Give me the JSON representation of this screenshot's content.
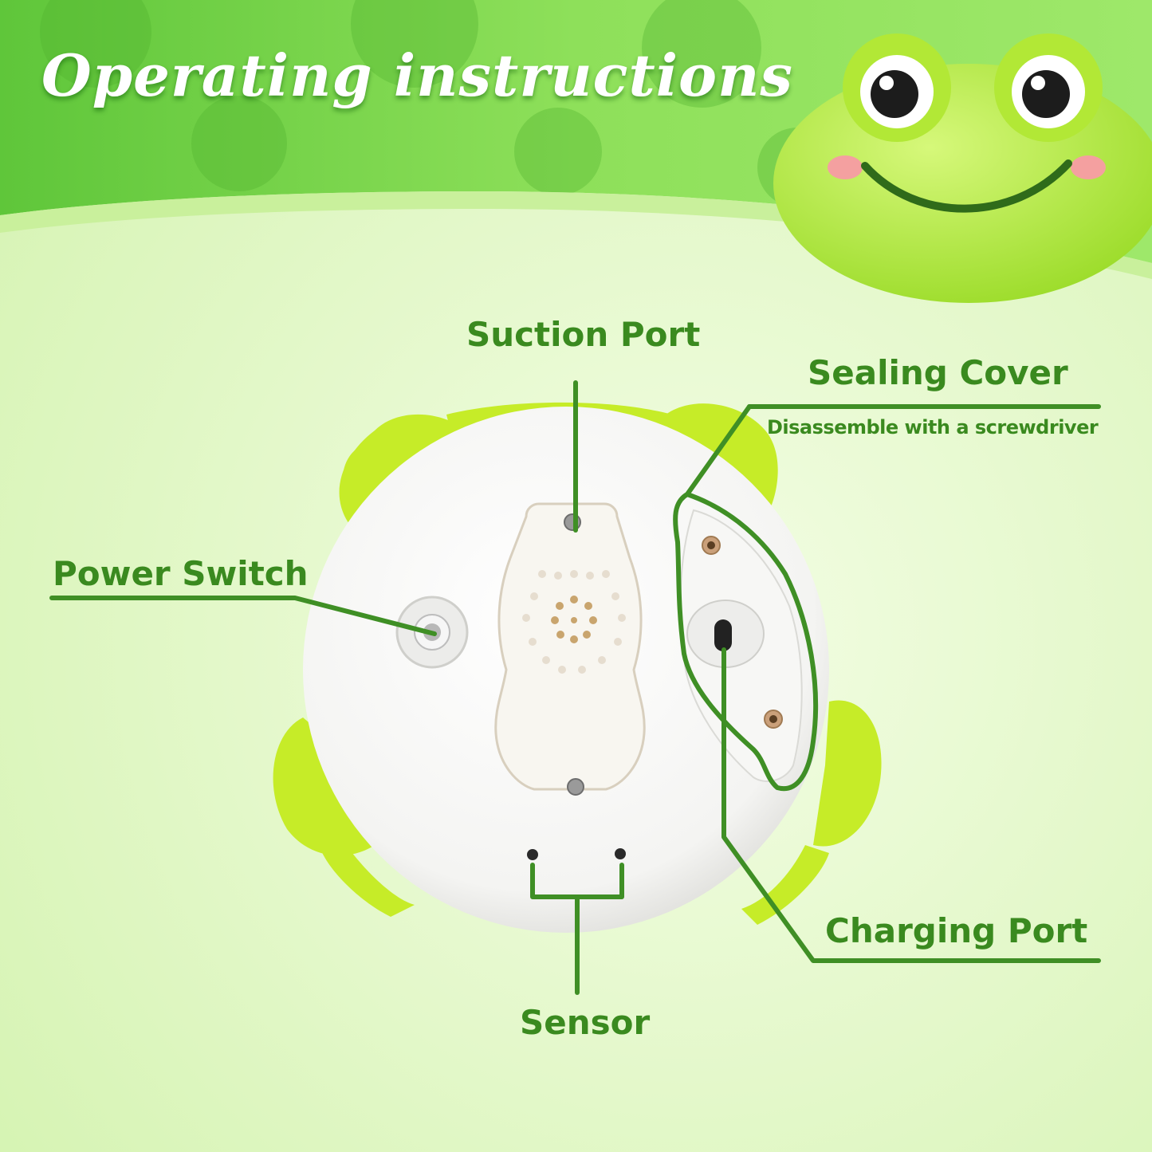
{
  "title": "Operating instructions",
  "labels": {
    "suction_port": "Suction Port",
    "sealing_cover": "Sealing Cover",
    "sealing_cover_note": "Disassemble with a screwdriver",
    "power_switch": "Power Switch",
    "charging_port": "Charging Port",
    "sensor": "Sensor"
  },
  "colors": {
    "header_green": "#7fd84a",
    "background": "#e4f8c8",
    "label_green": "#3a8a1f",
    "leader_line": "#3f8f25",
    "toy_lime": "#c6ec28",
    "toy_body": "#ffffff"
  }
}
